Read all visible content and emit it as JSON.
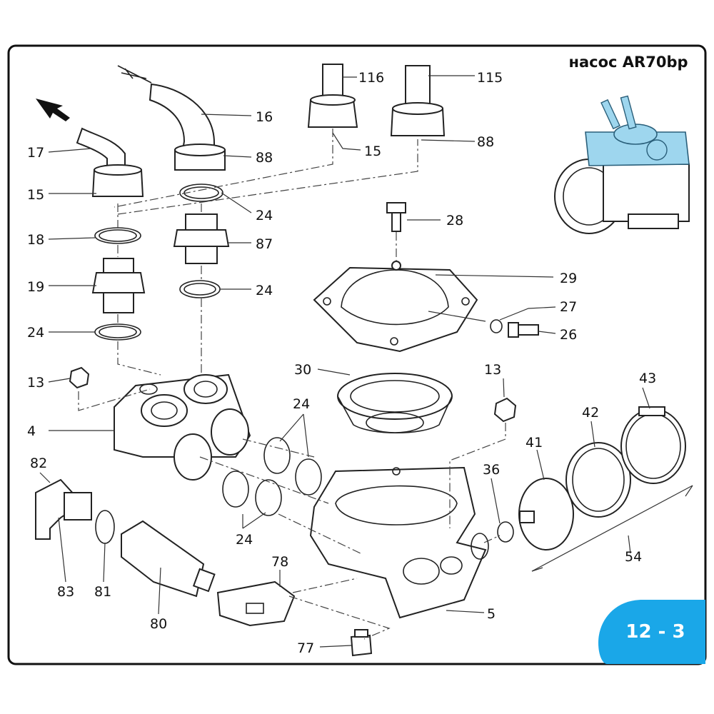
{
  "title": "насос AR70bp",
  "page_badge": "12 - 3",
  "colors": {
    "frame": "#111111",
    "badge": "#1aa7e8",
    "pump_highlight": "#9ed6ee"
  },
  "labels": {
    "l116": "116",
    "l115": "115",
    "l16": "16",
    "l88a": "88",
    "l88b": "88",
    "l17": "17",
    "l15a": "15",
    "l15b": "15",
    "l24a": "24",
    "l24b": "24",
    "l24c": "24",
    "l24d": "24",
    "l24e": "24",
    "l18": "18",
    "l19": "19",
    "l87": "87",
    "l28": "28",
    "l29": "29",
    "l27": "27",
    "l26": "26",
    "l13a": "13",
    "l13b": "13",
    "l30": "30",
    "l43": "43",
    "l42": "42",
    "l41": "41",
    "l36": "36",
    "l4": "4",
    "l82": "82",
    "l83": "83",
    "l81": "81",
    "l80": "80",
    "l78": "78",
    "l77": "77",
    "l5": "5",
    "l54": "54"
  }
}
